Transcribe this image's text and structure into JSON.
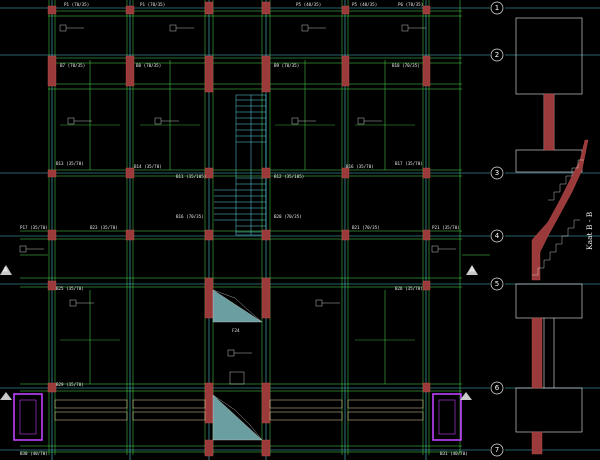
{
  "colors": {
    "background": "#000000",
    "grid_axis": "#4fc3d9",
    "beam_lines": "#4de04d",
    "column_fill": "#9a3a3a",
    "text": "#e8e8e8",
    "highlight": "#c040ff",
    "stair": "#60d8e8"
  },
  "grid_numbers": [
    "1",
    "2",
    "3",
    "4",
    "5",
    "6",
    "7"
  ],
  "section_label": "Kaat B - B",
  "section_markers": {
    "left": "A",
    "right": "A"
  },
  "beam_labels": [
    "P1 (70/35)",
    "P1 (70/35)",
    "P5 (40/35)",
    "P5 (40/35)",
    "P6 (70/35)",
    "B7 (70/35)",
    "B8 (70/35)",
    "B9 (70/35)",
    "B10 (70/35)",
    "B13 (35/70)",
    "B14 (35/70)",
    "B11 (35/105)",
    "B12 (35/105)",
    "B16 (35/70)",
    "B17 (35/70)",
    "B16 (70/35)",
    "B20 (70/35)",
    "B21 (70/35)",
    "P17 (35/70)",
    "P21 (35/70)",
    "B23 (35/70)",
    "B25 (35/70)",
    "B26 (35/70)",
    "B29 (35/70)",
    "B30 (40/70)",
    "B31 (40/70)"
  ],
  "slab_tags": [
    "F24"
  ]
}
